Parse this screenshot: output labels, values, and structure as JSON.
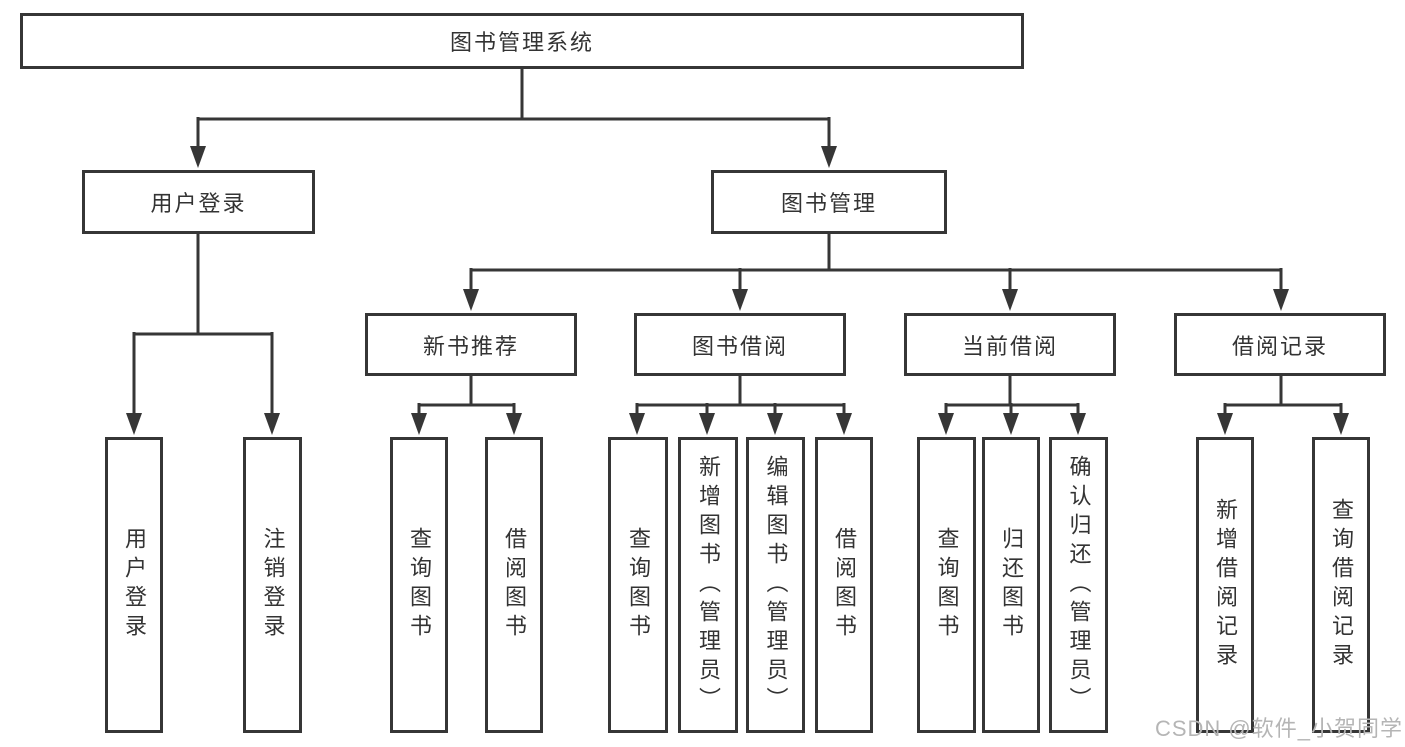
{
  "diagram": {
    "root": "图书管理系统",
    "level2": [
      {
        "label": "用户登录"
      },
      {
        "label": "图书管理"
      }
    ],
    "level3": [
      {
        "label": "新书推荐"
      },
      {
        "label": "图书借阅"
      },
      {
        "label": "当前借阅"
      },
      {
        "label": "借阅记录"
      }
    ],
    "leaves": {
      "user_login": [
        "用户登录",
        "注销登录"
      ],
      "new_book": [
        "查询图书",
        "借阅图书"
      ],
      "book_borrow": [
        "查询图书",
        "新增图书（管理员）",
        "编辑图书（管理员）",
        "借阅图书"
      ],
      "current_borrow": [
        "查询图书",
        "归还图书",
        "确认归还（管理员）"
      ],
      "borrow_record": [
        "新增借阅记录",
        "查询借阅记录"
      ]
    }
  },
  "watermark": "CSDN @软件_小贺同学",
  "colors": {
    "line": "#363636",
    "text": "#333333",
    "watermark_gray": "#b5b5b5",
    "background": "#ffffff"
  }
}
